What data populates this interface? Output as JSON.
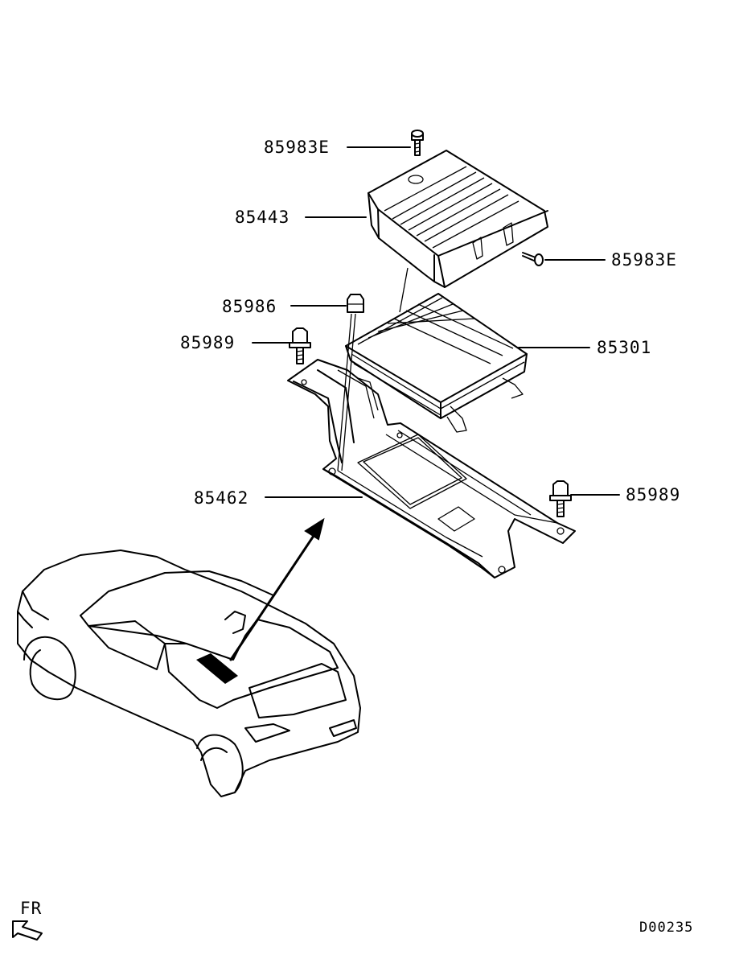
{
  "diagram": {
    "callouts": [
      {
        "id": "bolt-top",
        "label": "85983E"
      },
      {
        "id": "cover",
        "label": "85443"
      },
      {
        "id": "bolt-side",
        "label": "85983E"
      },
      {
        "id": "nut",
        "label": "85986"
      },
      {
        "id": "bolt-left",
        "label": "85989"
      },
      {
        "id": "amplifier",
        "label": "85301"
      },
      {
        "id": "bracket",
        "label": "85462"
      },
      {
        "id": "bolt-right",
        "label": "85989"
      }
    ],
    "direction_label": "FR",
    "diagram_code": "D00235"
  }
}
